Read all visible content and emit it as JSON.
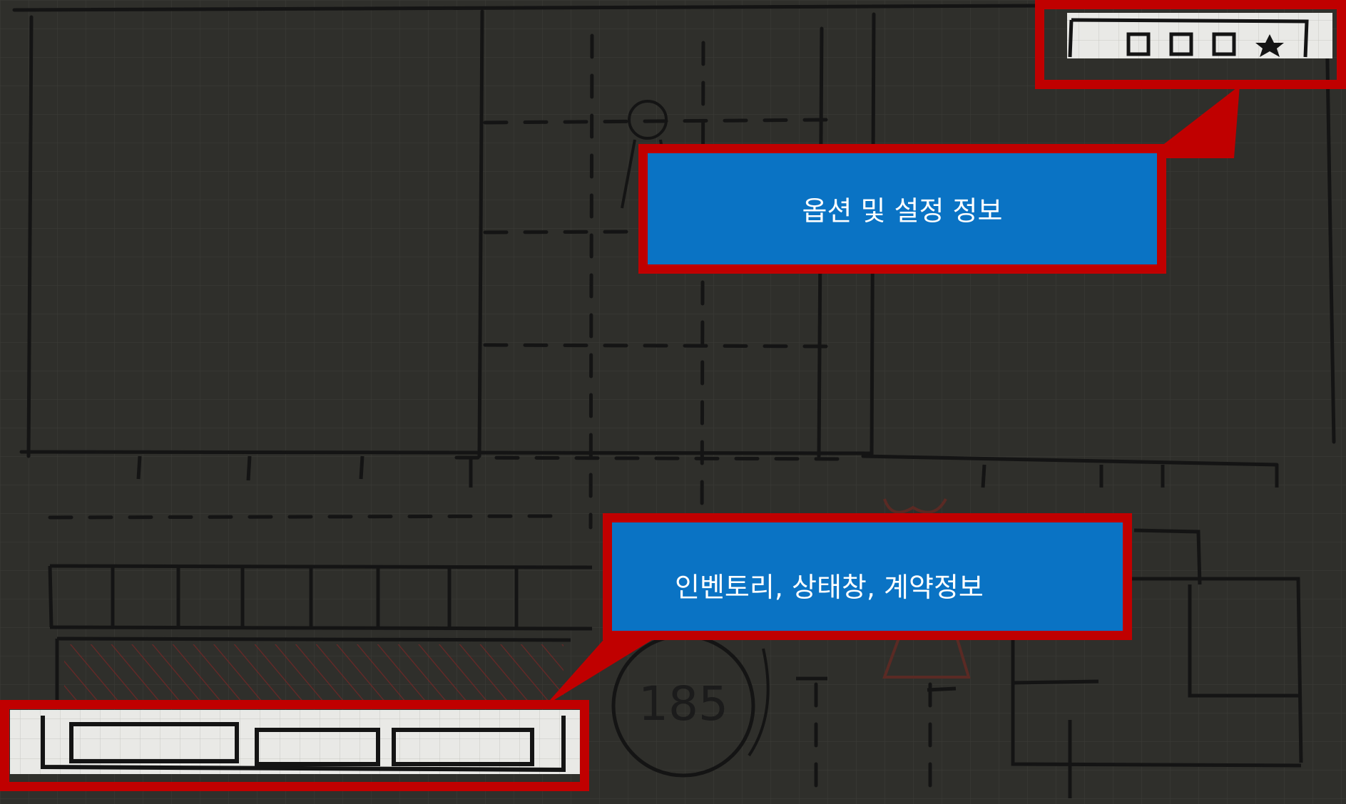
{
  "annotations": {
    "settings_label": "옵션 및 설정 정보",
    "inventory_label": "인벤토리, 상태창, 계약정보"
  },
  "sketch": {
    "counter_value": "185"
  },
  "colors": {
    "background": "#2f2f2b",
    "grid_line": "#3b3b36",
    "ink": "#141414",
    "callout_fill": "#0a73c4",
    "callout_border": "#c00000",
    "paper": "#e9e9e6",
    "hatch": "#7a2626"
  }
}
